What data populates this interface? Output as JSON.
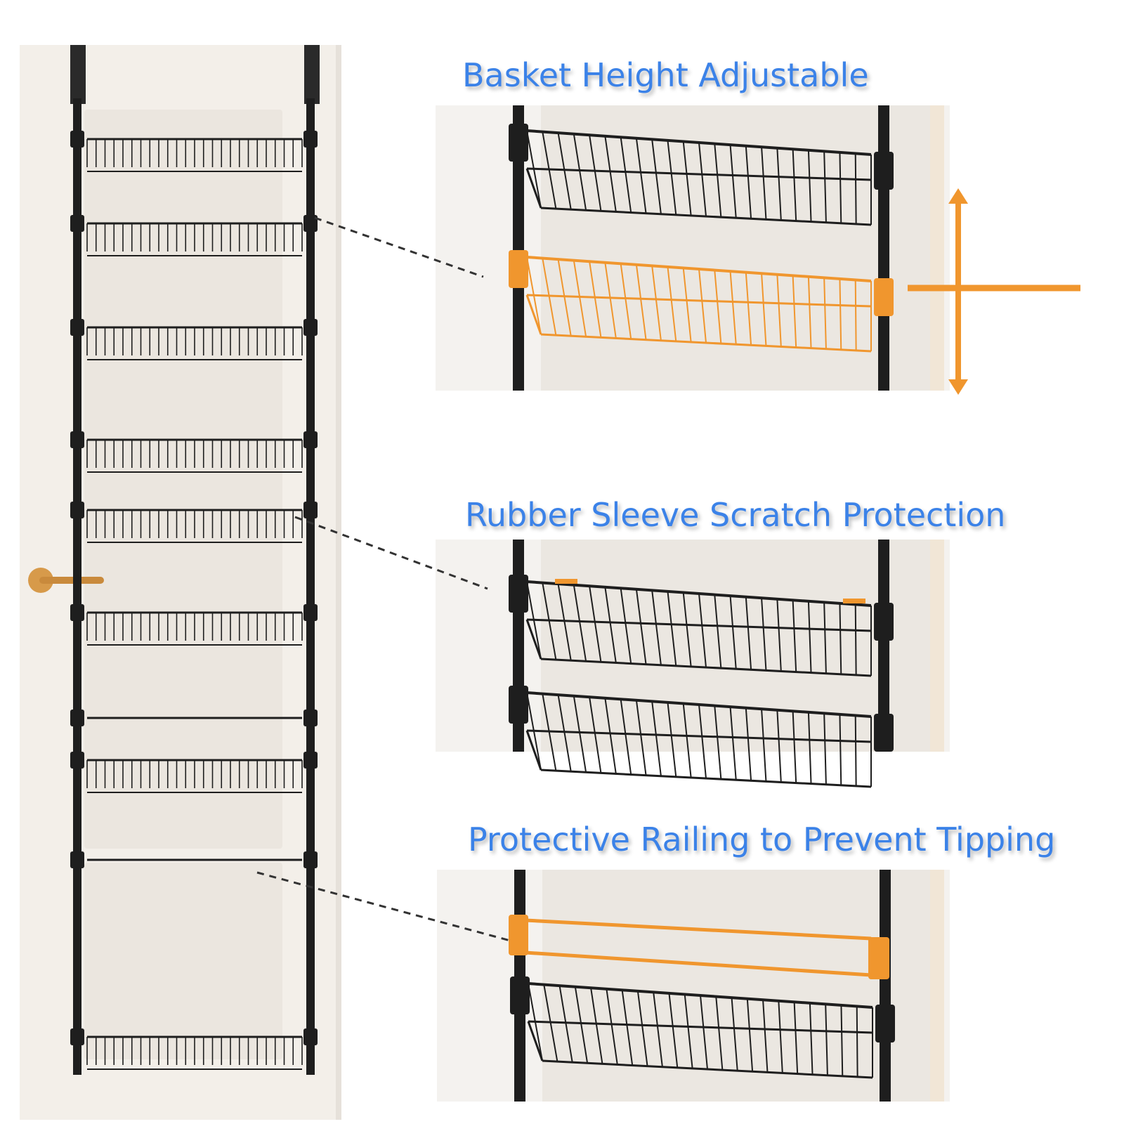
{
  "headings": {
    "basket_height": "Basket Height Adjustable",
    "rubber_sleeve": "Rubber Sleeve Scratch Protection",
    "railing": "Protective Railing to Prevent Tipping"
  },
  "colors": {
    "heading_text": "#3b82e8",
    "accent_orange": "#f0962e",
    "rack_black": "#1e1e1e",
    "door": "#f3efe9",
    "door_panel": "#ebe6df",
    "wall": "#f7f6f4",
    "door_handle": "#d79a4a"
  },
  "icons": {
    "adjust_arrow": "double-headed-vertical-arrow",
    "callout": "dashed-leader-line"
  }
}
